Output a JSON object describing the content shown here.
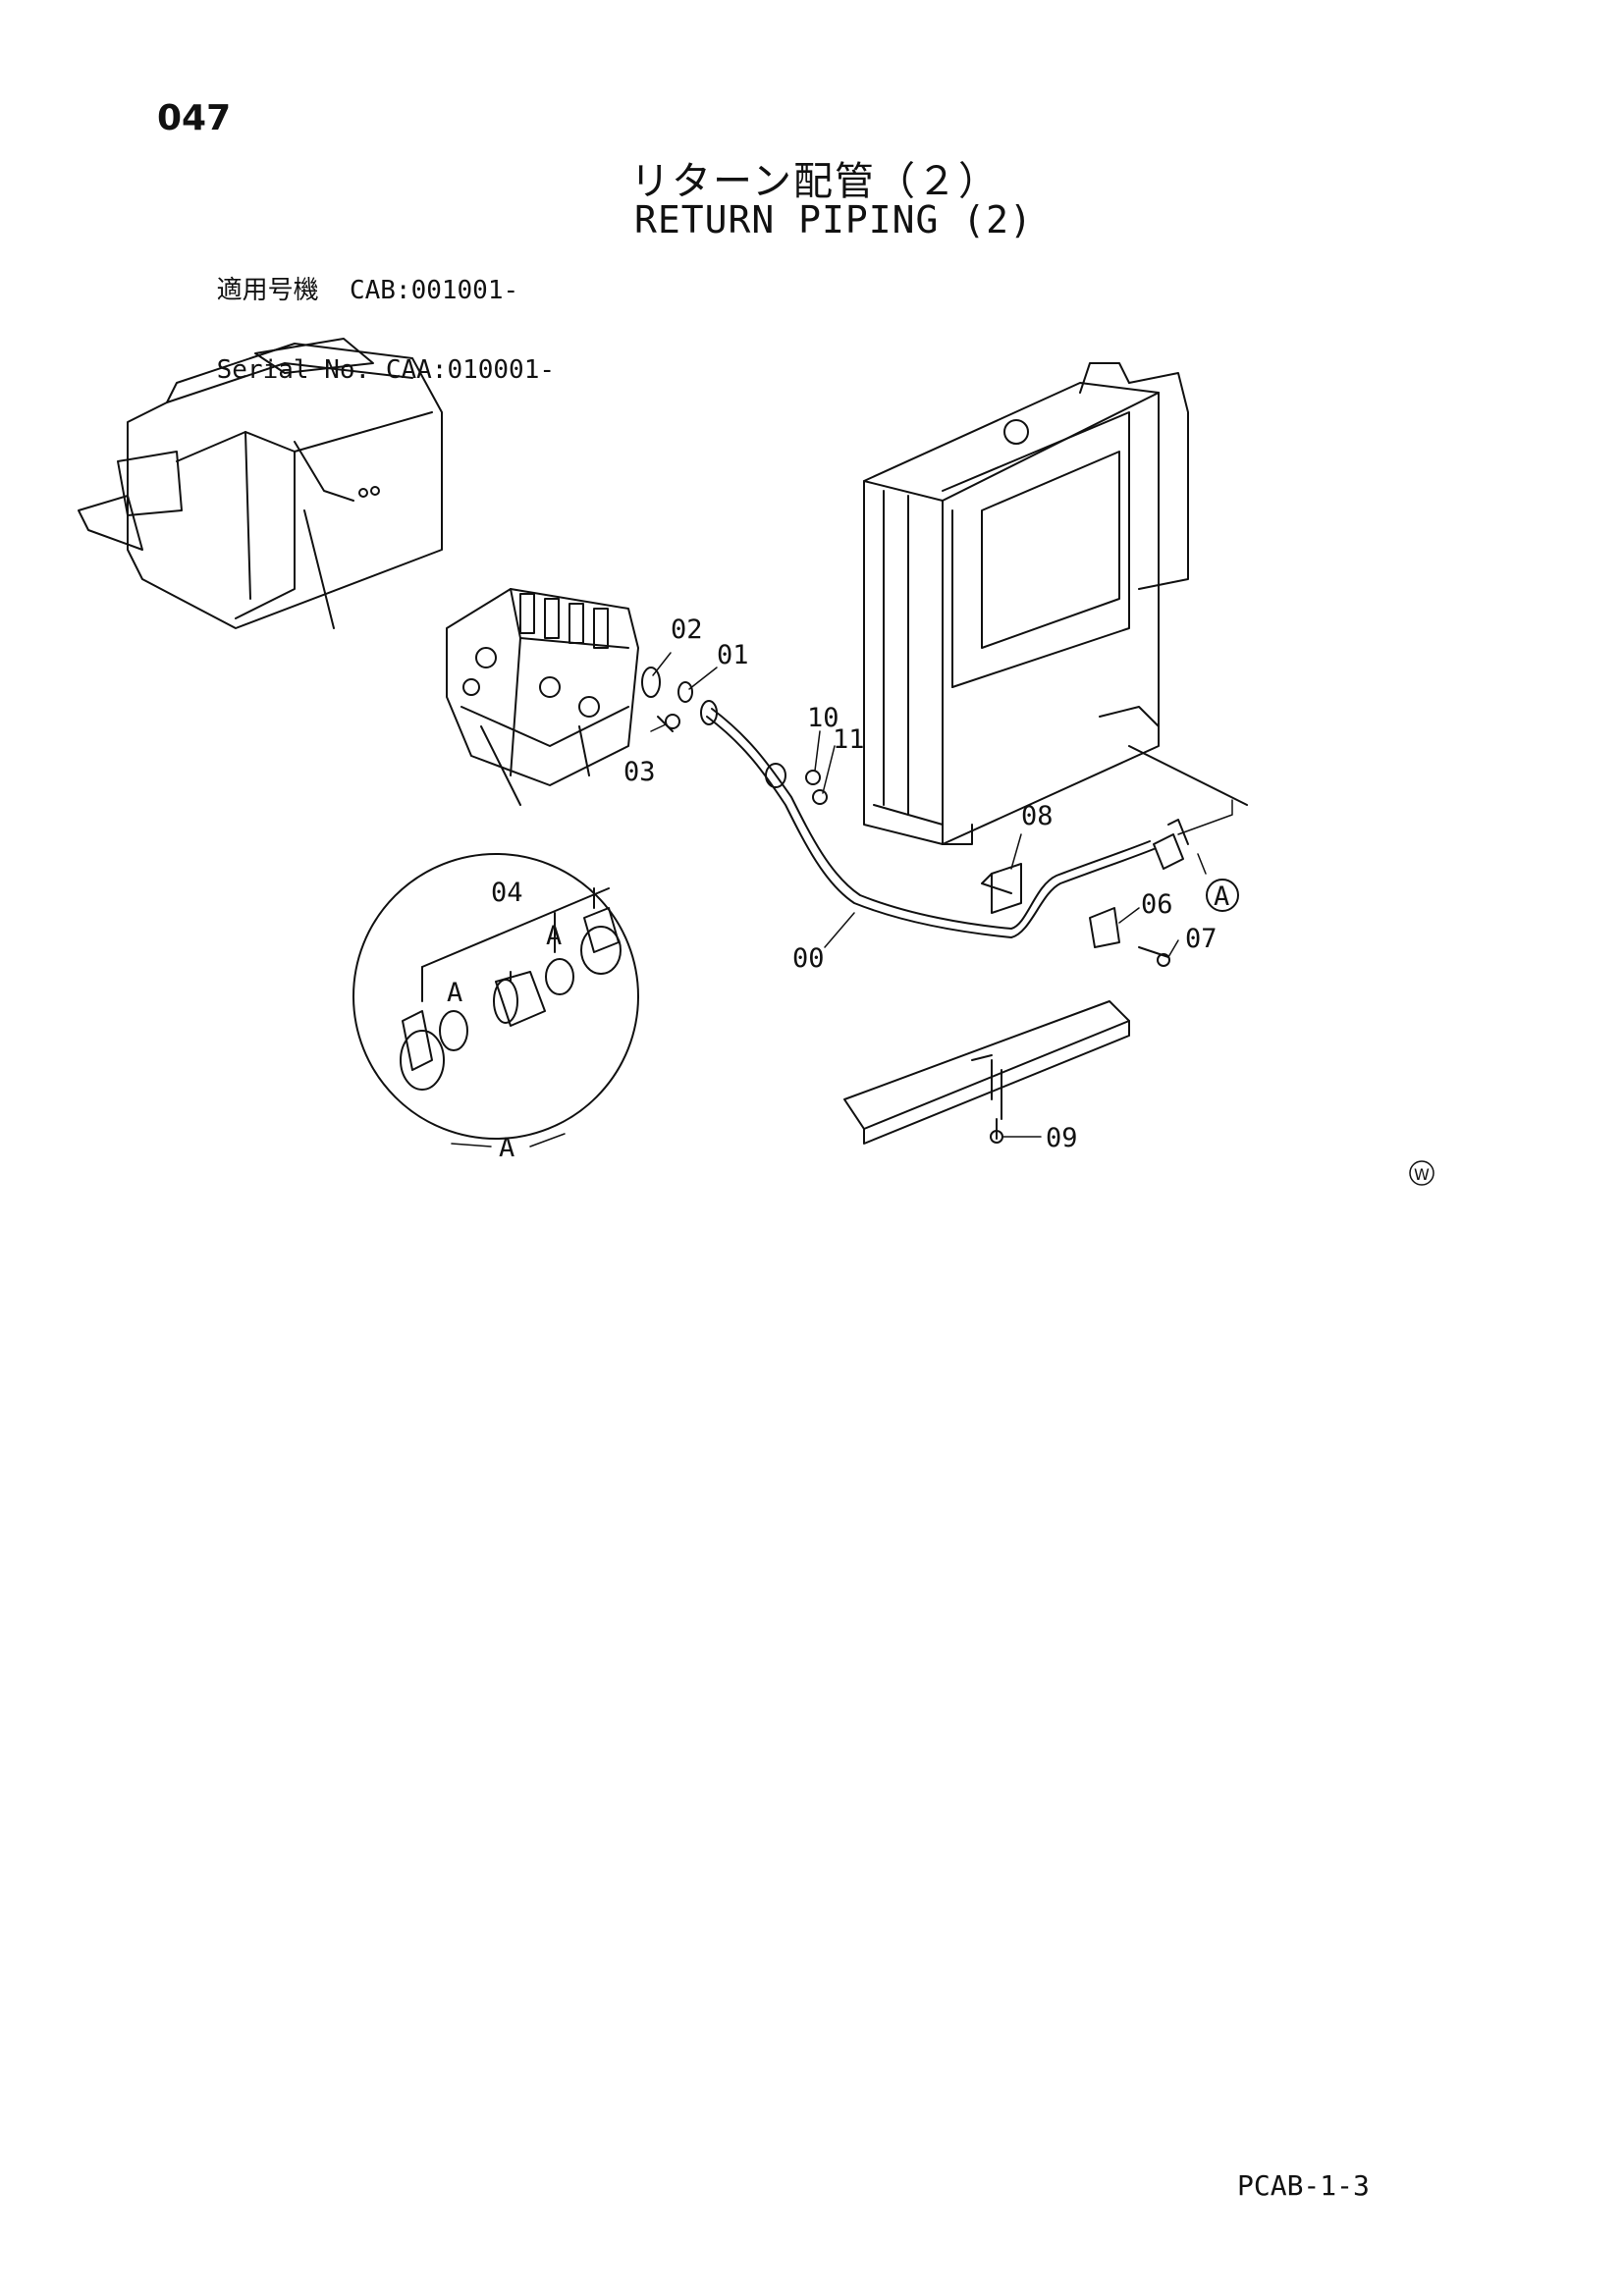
{
  "header": {
    "page_number": "047",
    "title_jp": "リターン配管（２）",
    "title_en": "RETURN PIPING (2)"
  },
  "applicability": {
    "row1_label": "適用号機",
    "row1_value": "CAB:001001-",
    "row2_label": "Serial No.",
    "row2_value": "CAA:010001-"
  },
  "callouts": {
    "c00": "00",
    "c01": "01",
    "c02": "02",
    "c03": "03",
    "c04": "04",
    "c06": "06",
    "c07": "07",
    "c08": "08",
    "c09": "09",
    "c10": "10",
    "c11": "11",
    "detail_ref": "A",
    "detail_label": "A",
    "detail_sub_left": "A",
    "detail_sub_right": "A"
  },
  "marks": {
    "w_mark": "W"
  },
  "footer": {
    "code": "PCAB-1-3"
  }
}
